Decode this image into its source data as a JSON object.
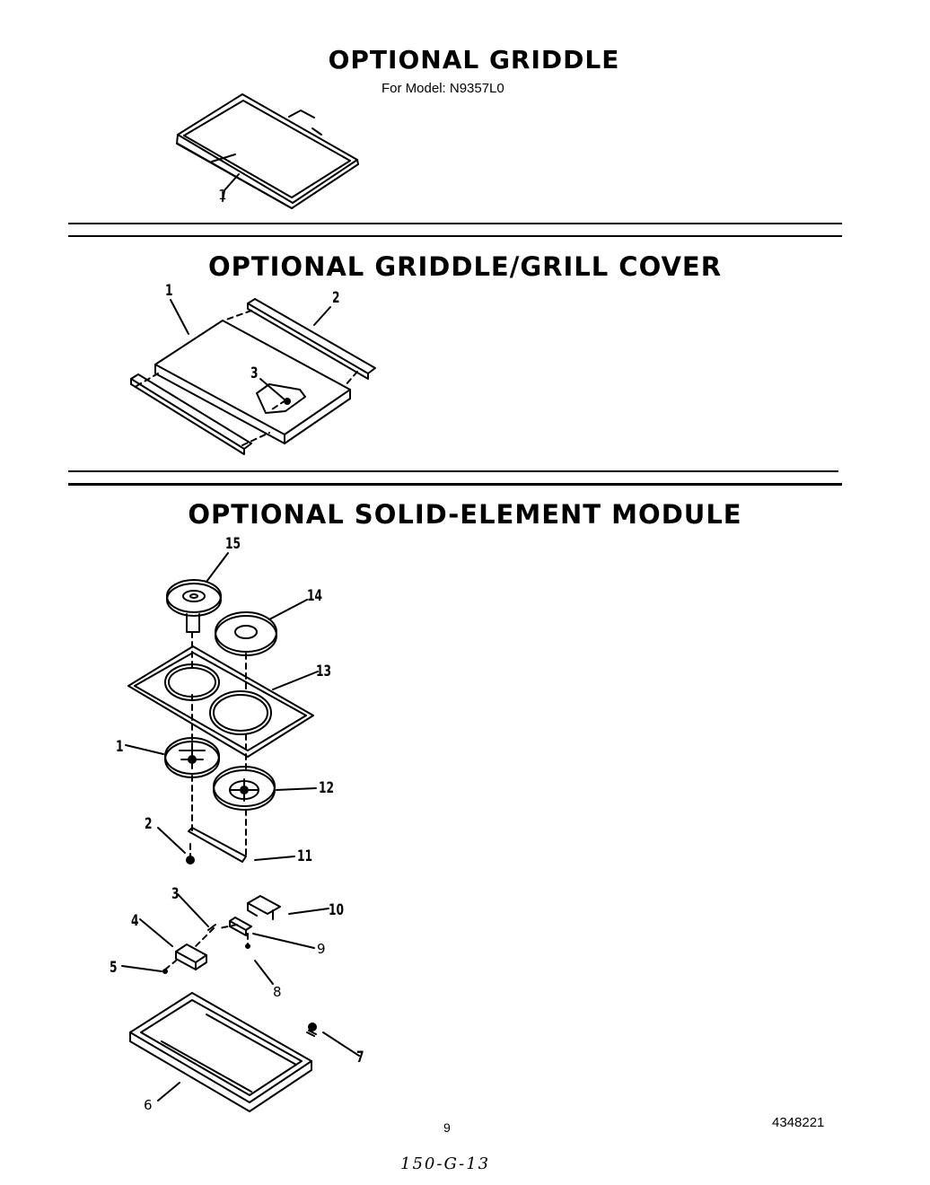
{
  "sections": [
    {
      "title": "OPTIONAL GRIDDLE",
      "subtitle": "For Model: N9357L0",
      "callouts": [
        "1"
      ]
    },
    {
      "title": "OPTIONAL GRIDDLE/GRILL COVER",
      "callouts": [
        "1",
        "2",
        "3"
      ]
    },
    {
      "title": "OPTIONAL SOLID-ELEMENT MODULE",
      "callouts": [
        "15",
        "14",
        "13",
        "1",
        "12",
        "2",
        "11",
        "3",
        "10",
        "4",
        "9",
        "5",
        "8",
        "7",
        "6"
      ]
    }
  ],
  "footer": {
    "page_number": "9",
    "document_number": "4348221",
    "handwritten_code": "150-G-13"
  }
}
